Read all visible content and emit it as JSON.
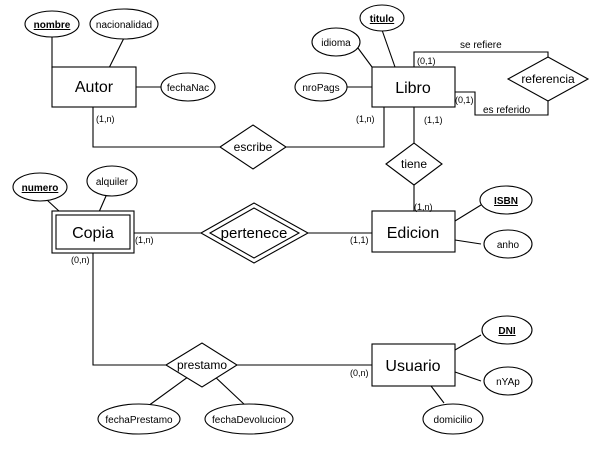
{
  "entities": {
    "autor": "Autor",
    "libro": "Libro",
    "copia": "Copia",
    "edicion": "Edicion",
    "usuario": "Usuario"
  },
  "relationships": {
    "escribe": "escribe",
    "referencia": "referencia",
    "tiene": "tiene",
    "pertenece": "pertenece",
    "prestamo": "prestamo"
  },
  "attributes": {
    "nombre": "nombre",
    "nacionalidad": "nacionalidad",
    "fechaNac": "fechaNac",
    "titulo": "titulo",
    "idioma": "idioma",
    "nroPags": "nroPags",
    "numero": "numero",
    "alquiler": "alquiler",
    "isbn": "ISBN",
    "anho": "anho",
    "dni": "DNI",
    "nyap": "nYAp",
    "domicilio": "domicilio",
    "fechaPrestamo": "fechaPrestamo",
    "fechaDevolucion": "fechaDevolucion"
  },
  "role_labels": {
    "se_refiere": "se refiere",
    "es_referido": "es referido"
  },
  "cardinalities": {
    "autor_escribe": "(1,n)",
    "libro_escribe": "(1,n)",
    "libro_ref_top": "(0,1)",
    "libro_ref_bottom": "(0,1)",
    "libro_tiene": "(1,1)",
    "edicion_tiene": "(1,n)",
    "copia_pertenece": "(1,n)",
    "edicion_pertenece": "(1,1)",
    "copia_prestamo": "(0,n)",
    "usuario_prestamo": "(0,n)"
  }
}
